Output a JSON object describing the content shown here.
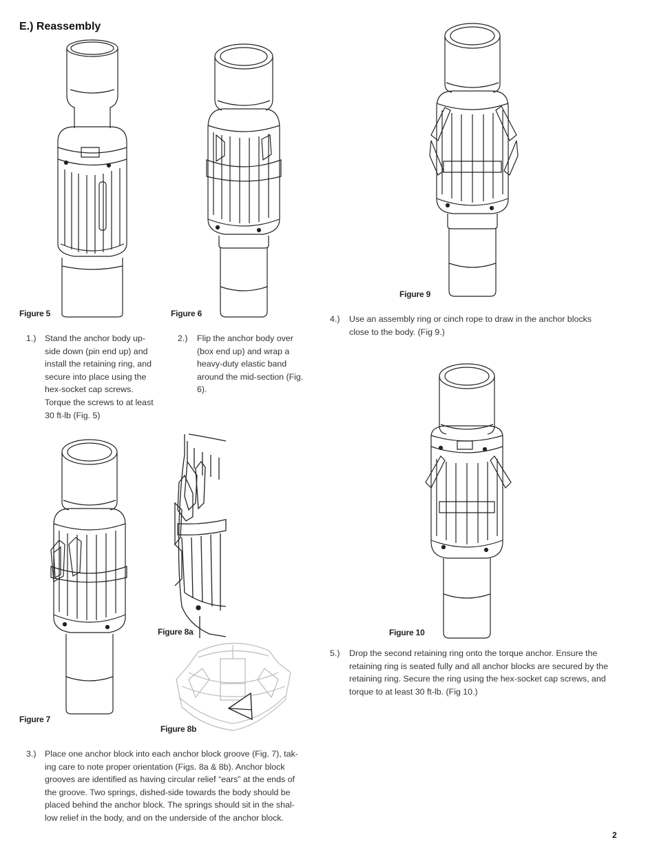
{
  "page": {
    "heading": "E.) Reassembly",
    "page_number": "2"
  },
  "figures": {
    "fig5": "Figure 5",
    "fig6": "Figure 6",
    "fig7": "Figure 7",
    "fig8a": "Figure 8a",
    "fig8b": "Figure 8b",
    "fig9": "Figure 9",
    "fig10": "Figure 10"
  },
  "steps": {
    "s1": {
      "num": "1.)",
      "text": "Stand the anchor body up-side down (pin end up) and install the retaining ring, and secure into place using the hex-socket cap screws. Torque the screws to at least 30 ft-lb (Fig. 5)"
    },
    "s2": {
      "num": "2.)",
      "text": "Flip the anchor body over (box end up) and wrap a heavy-duty elastic band around the mid-section (Fig. 6)."
    },
    "s3": {
      "num": "3.)",
      "text": "Place one anchor block into each anchor block groove (Fig. 7), tak-ing care to note proper orientation (Figs. 8a & 8b).  Anchor block grooves are identified as having circular relief “ears” at the ends of the groove.  Two springs, dished-side towards the body should be placed behind the anchor block.  The springs should sit in the shal-low relief in the body, and on the underside of the anchor block."
    },
    "s4": {
      "num": "4.)",
      "text": "Use an assembly ring or cinch rope to draw in the anchor blocks close to the body. (Fig 9.)"
    },
    "s5": {
      "num": "5.)",
      "text": "Drop the second retaining ring onto the torque anchor.  Ensure the retaining ring is seated fully and all anchor blocks are secured by the retaining ring.  Secure the ring using the hex-socket cap screws, and torque to at least 30 ft-lb. (Fig 10.)"
    }
  }
}
